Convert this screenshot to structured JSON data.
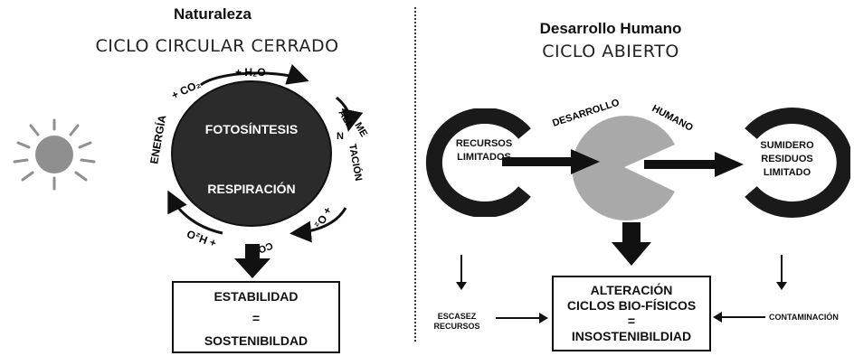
{
  "left": {
    "title": "Naturaleza",
    "subtitle": "CICLO CIRCULAR CERRADO",
    "cycle": {
      "inner_top": "FOTOSÍNTESIS",
      "inner_bottom": "RESPIRACIÓN",
      "co2_top": "+ CO₂",
      "h2o_top": "+ H₂O",
      "alimentacion_1": "ALI",
      "alimentacion_2": "ME",
      "alimentacion_3": "N",
      "alimentacion_4": "TACIÓN",
      "o2": "+ O₂",
      "co2_bottom": "CO₂",
      "h2o_bottom": "+ H₂O",
      "energia": "ENERGÍA"
    },
    "box": {
      "line1": "ESTABILIDAD",
      "line2": "=",
      "line3": "SOSTENIBILDAD"
    }
  },
  "right": {
    "title": "Desarrollo Humano",
    "subtitle": "CICLO ABIERTO",
    "arc_label_1": "DESARROLLO",
    "arc_label_2": "HUMANO",
    "recursos_1": "RECURSOS",
    "recursos_2": "LIMITADOS",
    "sumidero_1": "SUMIDERO",
    "sumidero_2": "RESIDUOS",
    "sumidero_3": "LIMITADO",
    "escasez_1": "ESCASEZ",
    "escasez_2": "RECURSOS",
    "contaminacion": "CONTAMINACIÓN",
    "box": {
      "line1": "ALTERACIÓN",
      "line2": "CICLOS BIO-FÍSICOS",
      "line3": "=",
      "line4": "INSOSTENIBILDIAD"
    }
  }
}
